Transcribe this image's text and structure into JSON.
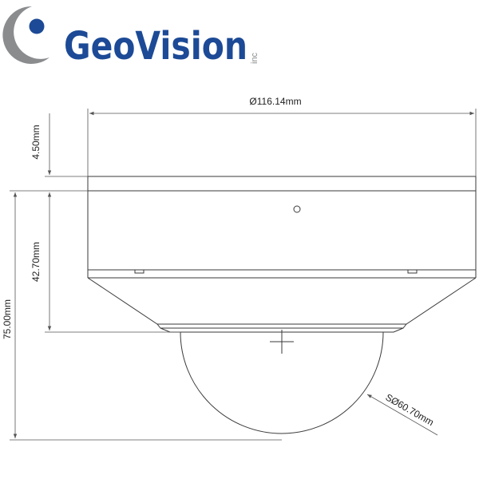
{
  "logo": {
    "brand": "GeoVision",
    "suffix": "inc",
    "colors": {
      "blue": "#1c4a96",
      "gray": "#8a8c8e"
    }
  },
  "dimensions": {
    "top_diameter": "Ø116.14mm",
    "cap_height": "4.50mm",
    "body_height": "42.70mm",
    "total_height": "75.00mm",
    "dome_radius": "SØ60.70mm"
  }
}
